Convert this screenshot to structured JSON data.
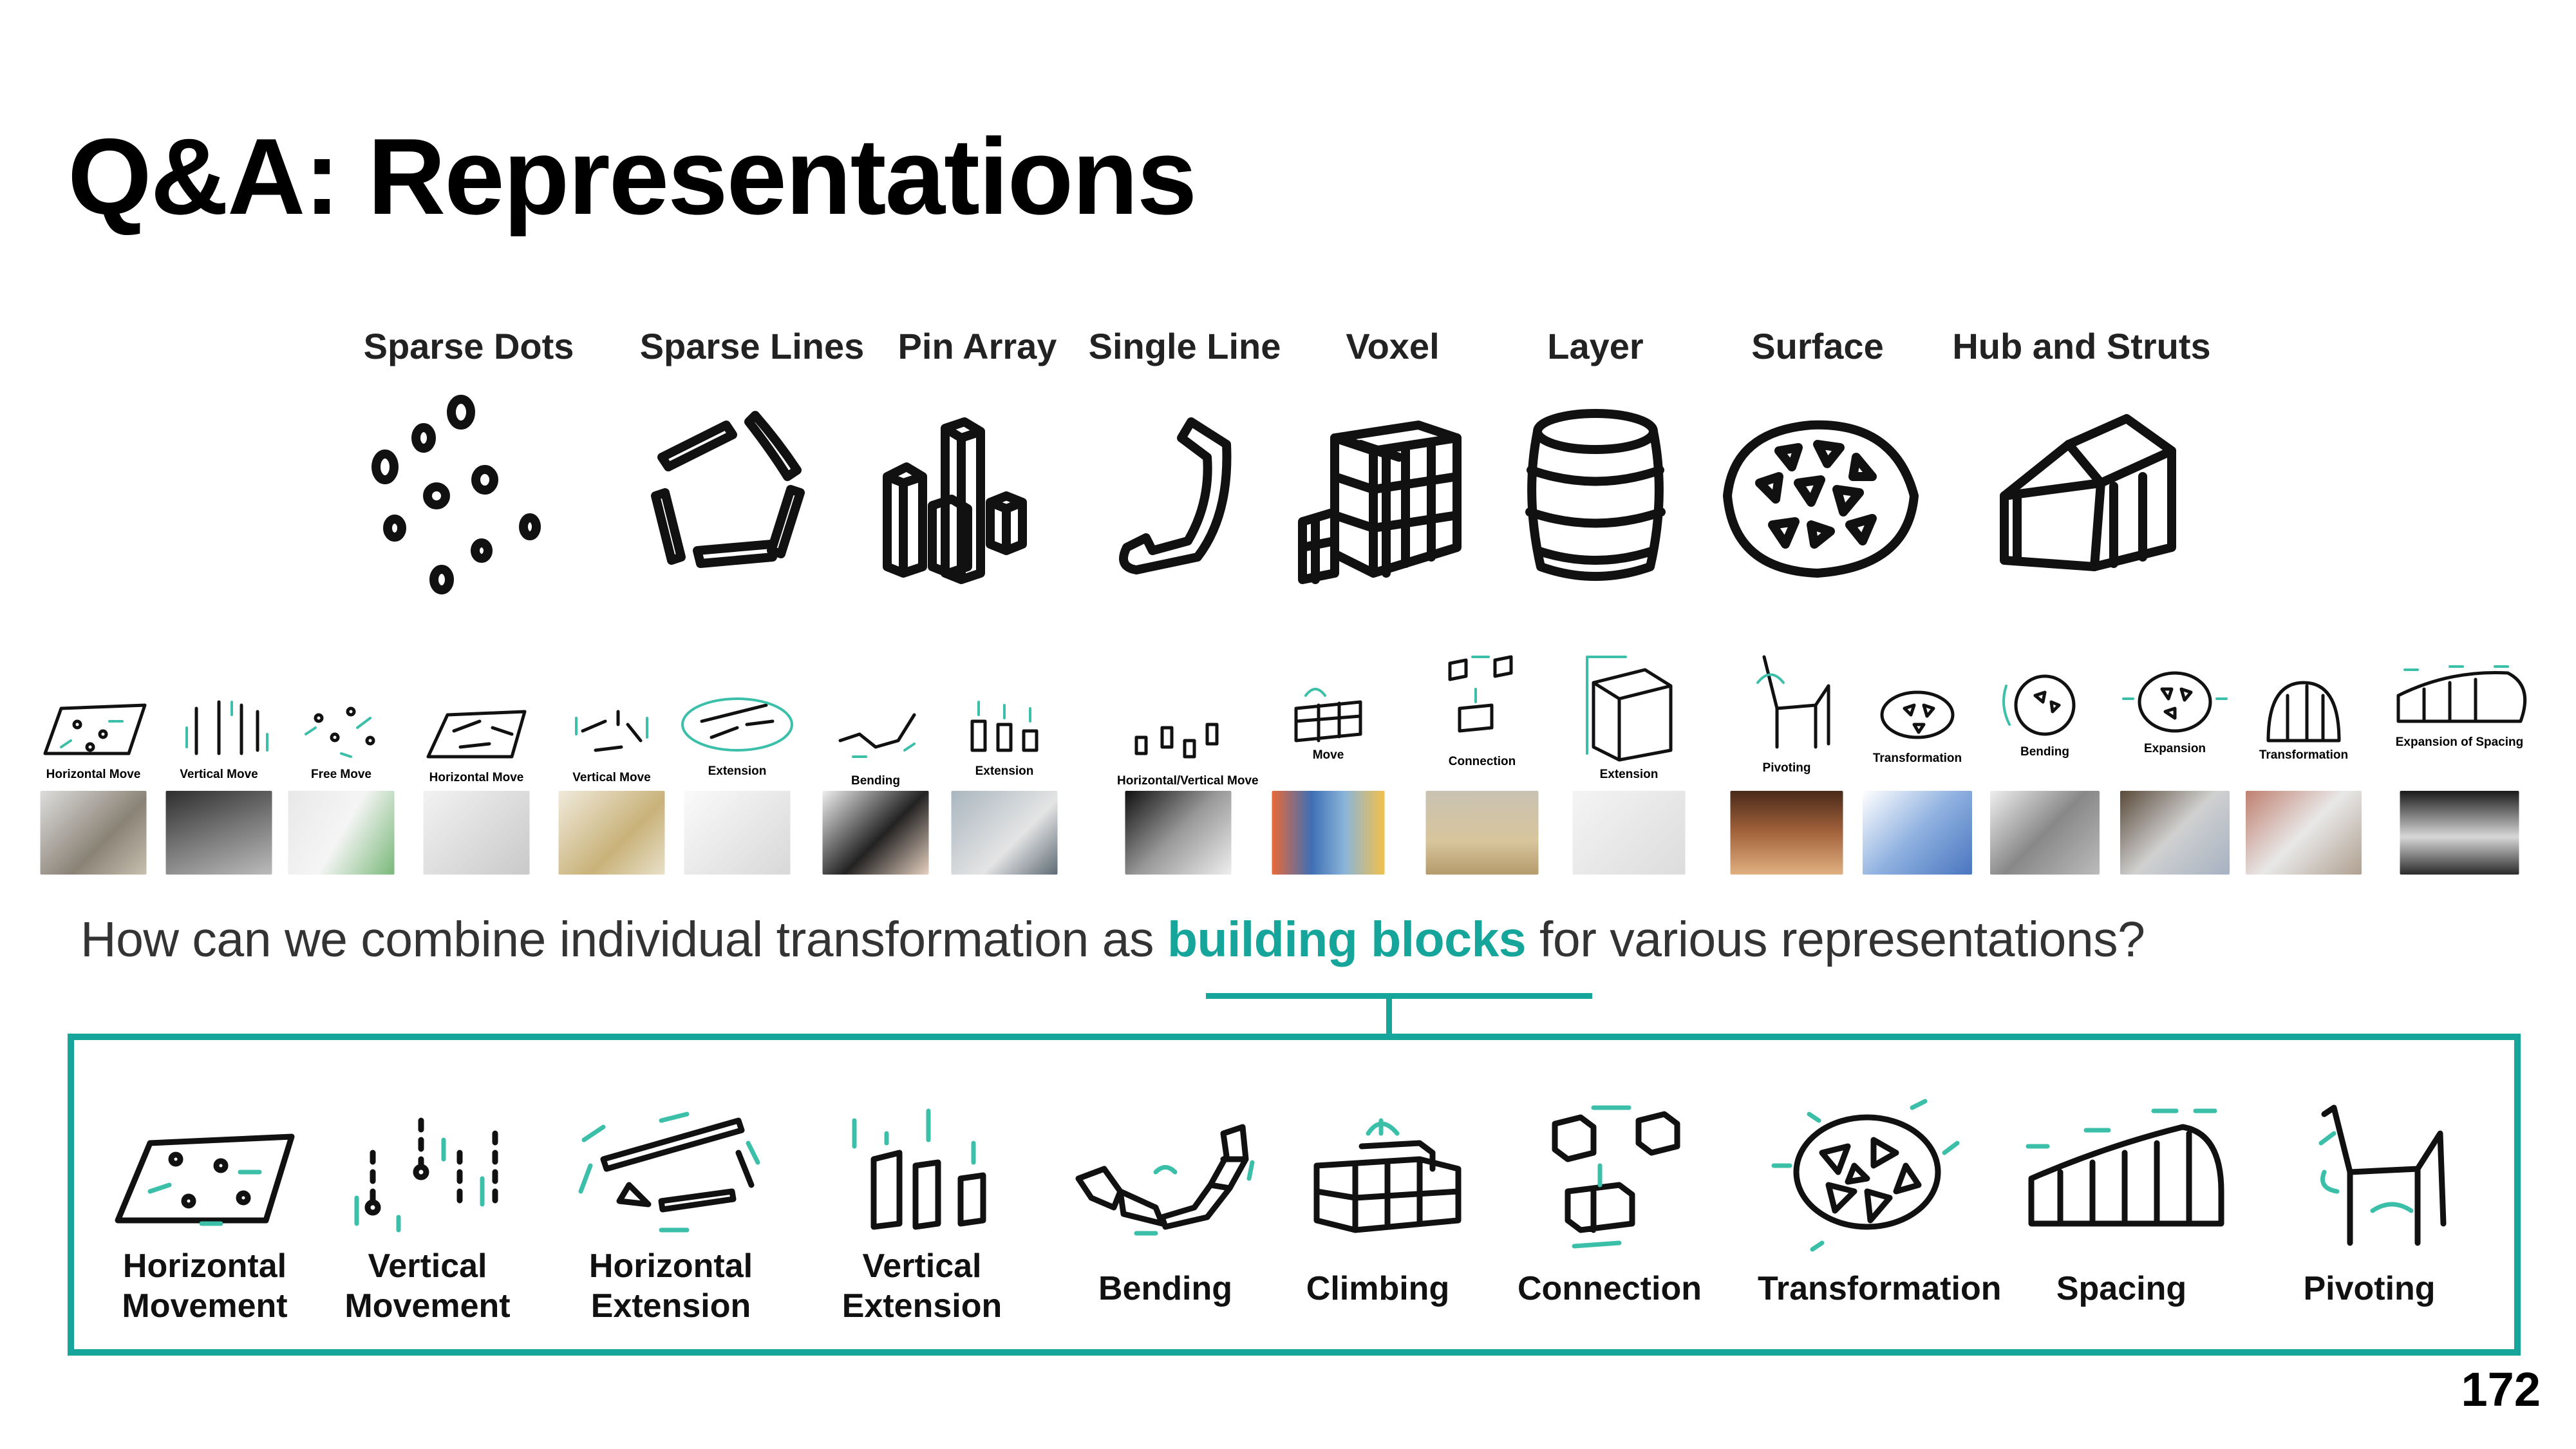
{
  "slide": {
    "title": "Q&A: Representations",
    "page_number": "172"
  },
  "representations": [
    {
      "label": "Sparse Dots",
      "icon": "sparse-dots-sketch"
    },
    {
      "label": "Sparse Lines",
      "icon": "sparse-lines-sketch"
    },
    {
      "label": "Pin Array",
      "icon": "pin-array-sketch"
    },
    {
      "label": "Single Line",
      "icon": "single-line-sketch"
    },
    {
      "label": "Voxel",
      "icon": "voxel-sketch"
    },
    {
      "label": "Layer",
      "icon": "layer-sketch"
    },
    {
      "label": "Surface",
      "icon": "surface-sketch"
    },
    {
      "label": "Hub and Struts",
      "icon": "hub-and-struts-sketch"
    }
  ],
  "examples": [
    {
      "label": "Horizontal Move"
    },
    {
      "label": "Vertical Move"
    },
    {
      "label": "Free Move"
    },
    {
      "label": "Horizontal Move"
    },
    {
      "label": "Vertical Move"
    },
    {
      "label": "Extension"
    },
    {
      "label": "Bending"
    },
    {
      "label": "Extension"
    },
    {
      "label": "Horizontal/Vertical Move"
    },
    {
      "label": "Move"
    },
    {
      "label": "Connection"
    },
    {
      "label": "Extension"
    },
    {
      "label": "Pivoting"
    },
    {
      "label": "Transformation"
    },
    {
      "label": "Bending"
    },
    {
      "label": "Expansion"
    },
    {
      "label": "Transformation"
    },
    {
      "label": "Expansion of Spacing"
    }
  ],
  "question": {
    "before": "How can we combine individual transformation as ",
    "highlight": "building blocks",
    "after": " for various representations?"
  },
  "building_blocks": [
    {
      "line1": "Horizontal",
      "line2": "Movement"
    },
    {
      "line1": "Vertical",
      "line2": "Movement"
    },
    {
      "line1": "Horizontal",
      "line2": "Extension"
    },
    {
      "line1": "Vertical",
      "line2": "Extension"
    },
    {
      "line1": "Bending"
    },
    {
      "line1": "Climbing"
    },
    {
      "line1": "Connection"
    },
    {
      "line1": "Transformation"
    },
    {
      "line1": "Spacing"
    },
    {
      "line1": "Pivoting"
    }
  ],
  "colors": {
    "accent": "#16a59b",
    "arrow": "#3bbfa8",
    "text": "#000000"
  }
}
